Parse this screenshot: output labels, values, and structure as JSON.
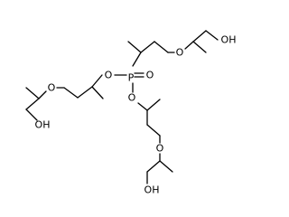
{
  "molecule": {
    "atom_labels": {
      "phosphorus": "P",
      "phosphoryl_oxygen": "O",
      "ester_oxygen_upper": "O",
      "ester_oxygen_lower": "O",
      "ether_oxygen_top": "O",
      "ether_oxygen_left": "O",
      "ether_oxygen_bottom": "O",
      "hydroxyl_top": "OH",
      "hydroxyl_left": "OH",
      "hydroxyl_bottom": "OH"
    },
    "colors": {
      "bond": "#000000",
      "label": "#000000",
      "background": "#ffffff"
    }
  }
}
